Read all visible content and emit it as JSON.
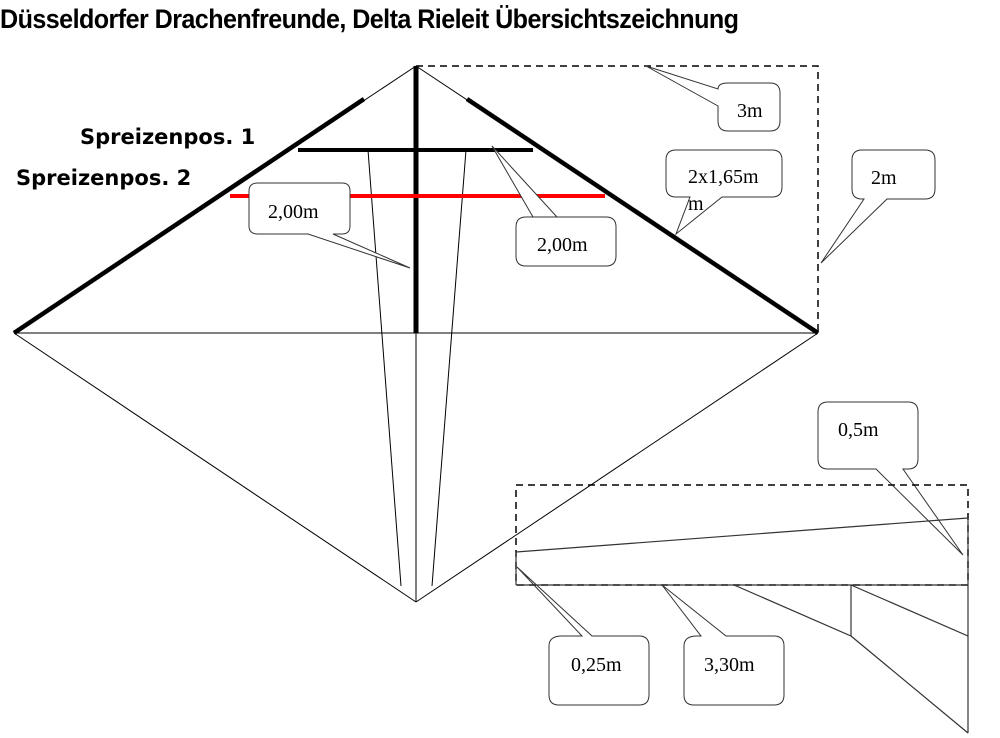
{
  "title": "Düsseldorfer Drachenfreunde, Delta Rieleit Übersichtszeichnung",
  "labels": {
    "spreader_pos_1": "Spreizenpos. 1",
    "spreader_pos_2": "Spreizenpos. 2"
  },
  "callouts": {
    "spreader_2_width_left": "2,00m",
    "spreader_1_width": "2,00m",
    "span": "3m",
    "leading_edge": "2x1,65m",
    "leading_edge_overflow": "m",
    "height": "2m",
    "tail_height_right": "0,5m",
    "tail_height_left": "0,25m",
    "tail_length": "3,30m"
  },
  "colors": {
    "line": "#000000",
    "spreader_2": "#ff0000",
    "callout_border": "#333333"
  }
}
